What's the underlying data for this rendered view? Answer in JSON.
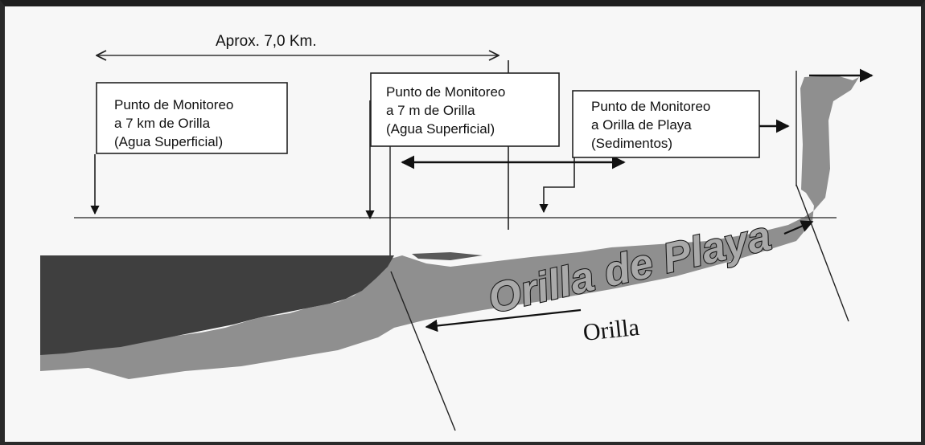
{
  "scale_label": "Aprox. 7,0 Km.",
  "boxes": [
    {
      "lines": [
        "Punto de Monitoreo",
        "a 7 km de Orilla",
        "(Agua Superficial)"
      ]
    },
    {
      "lines": [
        "Punto de Monitoreo",
        "a 7 m de Orilla",
        "(Agua Superficial)"
      ]
    },
    {
      "lines": [
        "Punto de Monitoreo",
        "a Orilla de Playa",
        "(Sedimentos)"
      ]
    }
  ],
  "beach_label": "Orilla de Playa",
  "shore_label": "Orilla",
  "colors": {
    "water": "#3f3f3f",
    "seabed": "#8f8f8f",
    "beach": "#a7a7a7",
    "frame": "#222222"
  }
}
